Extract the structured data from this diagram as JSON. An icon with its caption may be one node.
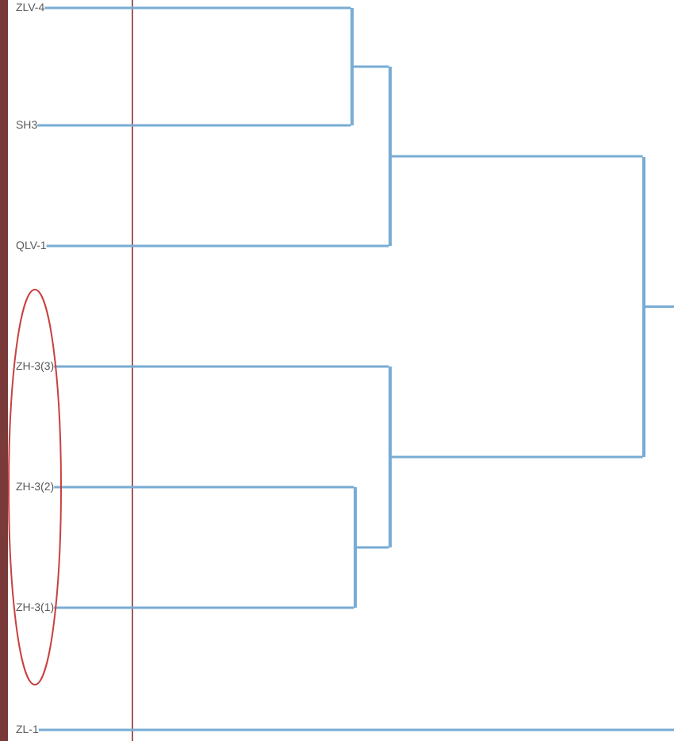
{
  "diagram": {
    "nodes": [
      {
        "text": [
          "ZLV-4"
        ]
      },
      {
        "text": [
          "SH3"
        ]
      },
      {
        "text": [
          "QLV-1"
        ]
      },
      {
        "text": [],
        "shape": "ellipse"
      },
      {
        "text": [
          "ZH-3(3)"
        ],
        "in": 3
      },
      {
        "text": [
          "ZH-3(2)"
        ],
        "in": 3
      },
      {
        "text": [
          "ZH-3(1)"
        ],
        "in": 3
      },
      {
        "text": [
          "ZL-1"
        ]
      },
      {
        "text": [],
        "shape": "bar"
      },
      {
        "text": [],
        "shape": "bar"
      },
      {
        "text": [],
        "shape": "bar"
      },
      {
        "text": [],
        "shape": "bar"
      },
      {
        "text": [],
        "shape": "bar"
      }
    ],
    "edges": [
      {
        "from": 0,
        "to": 8,
        "arrow": "none"
      },
      {
        "from": 1,
        "to": 8,
        "arrow": "none"
      },
      {
        "from": 8,
        "to": 10,
        "arrow": "none"
      },
      {
        "from": 2,
        "to": 10,
        "arrow": "none"
      },
      {
        "from": 10,
        "to": 12,
        "arrow": "none"
      },
      {
        "from": 4,
        "to": 11,
        "arrow": "none"
      },
      {
        "from": 5,
        "to": 9,
        "arrow": "none"
      },
      {
        "from": 6,
        "to": 9,
        "arrow": "none"
      },
      {
        "from": 9,
        "to": 11,
        "arrow": "none"
      },
      {
        "from": 11,
        "to": 12,
        "arrow": "none"
      },
      {
        "from": 12,
        "to": null,
        "arrow": "none"
      },
      {
        "from": 7,
        "to": null,
        "arrow": "none"
      }
    ]
  }
}
